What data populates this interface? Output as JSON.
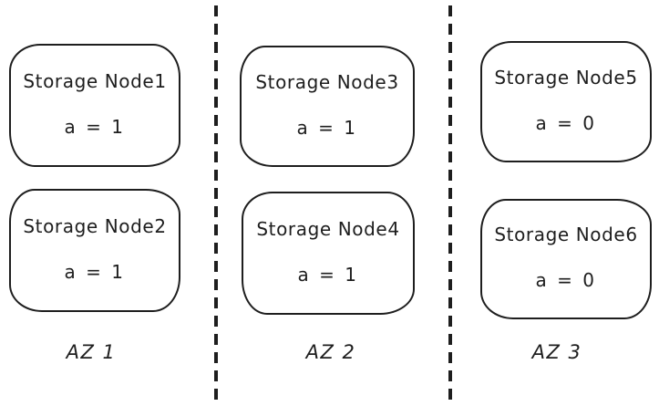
{
  "diagram": {
    "background_color": "#ffffff",
    "stroke_color": "#1e1e1e",
    "zones": [
      {
        "label": "AZ 1",
        "nodes": [
          {
            "title": "Storage Node1",
            "value": "a = 1"
          },
          {
            "title": "Storage Node2",
            "value": "a = 1"
          }
        ]
      },
      {
        "label": "AZ 2",
        "nodes": [
          {
            "title": "Storage Node3",
            "value": "a = 1"
          },
          {
            "title": "Storage Node4",
            "value": "a = 1"
          }
        ]
      },
      {
        "label": "AZ 3",
        "nodes": [
          {
            "title": "Storage Node5",
            "value": "a = 0"
          },
          {
            "title": "Storage Node6",
            "value": "a = 0"
          }
        ]
      }
    ]
  }
}
